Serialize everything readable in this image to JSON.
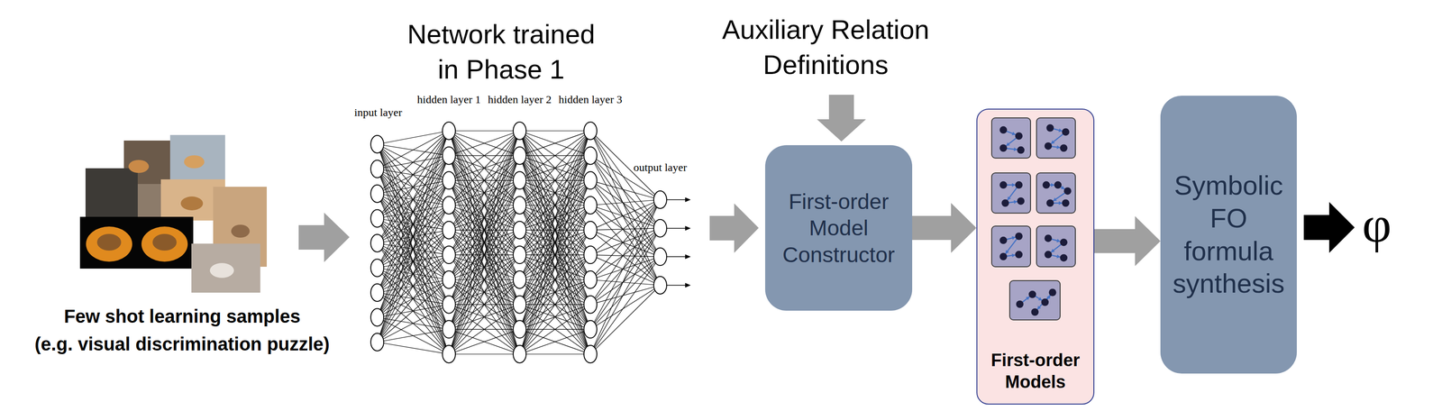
{
  "diagram": {
    "nodes": [
      {
        "text": [
          "First-order Model Constructor"
        ]
      },
      {
        "text": [
          "First-order Models"
        ]
      },
      {
        "text": [
          "Symbolic FO formula synthesis"
        ]
      }
    ],
    "edges": [
      {
        "from": 0,
        "to": 1,
        "arrow": "to"
      },
      {
        "from": 1,
        "to": 2,
        "arrow": "to"
      }
    ],
    "labels": [
      "Few shot learning samples",
      "(e.g. visual discrimination puzzle)",
      "Network trained in Phase 1",
      "input layer",
      "hidden layer 1",
      "hidden layer 2",
      "hidden layer 3",
      "output layer",
      "Auxiliary Relation Definitions",
      "φ"
    ]
  }
}
